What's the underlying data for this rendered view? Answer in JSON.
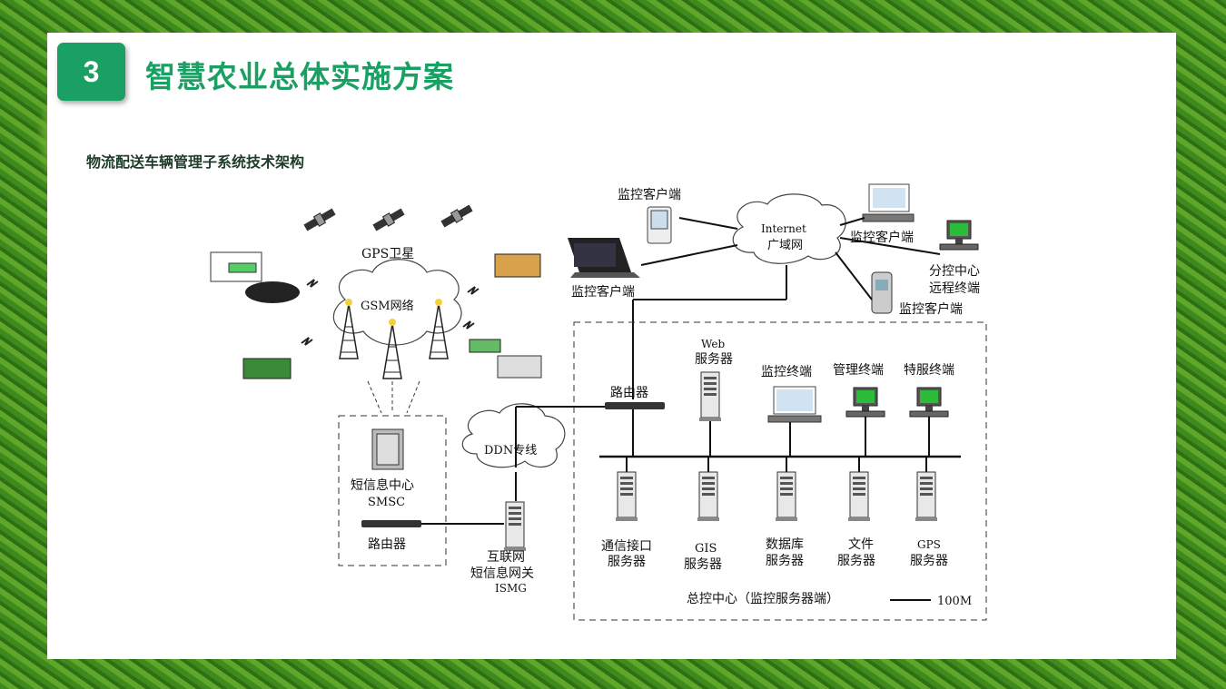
{
  "slide": {
    "number": "3",
    "title": "智慧农业总体实施方案",
    "subtitle": "物流配送车辆管理子系统技术架构"
  },
  "diagram": {
    "gps_satellite": "GPS卫星",
    "gsm_network": "GSM网络",
    "internet": "Internet",
    "wan": "广域网",
    "client_top": "监控客户端",
    "client_left": "监控客户端",
    "client_right1": "监控客户端",
    "branch_center_1": "分控中心",
    "branch_center_2": "远程终端",
    "client_right2": "监控客户端",
    "router_main": "路由器",
    "ddn": "DDN专线",
    "smsc_1": "短信息中心",
    "smsc_2": "SMSC",
    "router_left": "路由器",
    "ismg_1": "互联网",
    "ismg_2": "短信息网关",
    "ismg_3": "ISMG",
    "web_1": "Web",
    "web_2": "服务器",
    "monitor_terminal": "监控终端",
    "manage_terminal": "管理终端",
    "special_terminal": "特服终端",
    "comm_1": "通信接口",
    "comm_2": "服务器",
    "gis_1": "GIS",
    "gis_2": "服务器",
    "db_1": "数据库",
    "db_2": "服务器",
    "file_1": "文件",
    "file_2": "服务器",
    "gps_1": "GPS",
    "gps_2": "服务器",
    "control_center": "总控中心（监控服务器端）",
    "bandwidth": "100M"
  },
  "colors": {
    "accent": "#1aa063",
    "subtitle": "#1f3b2a"
  }
}
